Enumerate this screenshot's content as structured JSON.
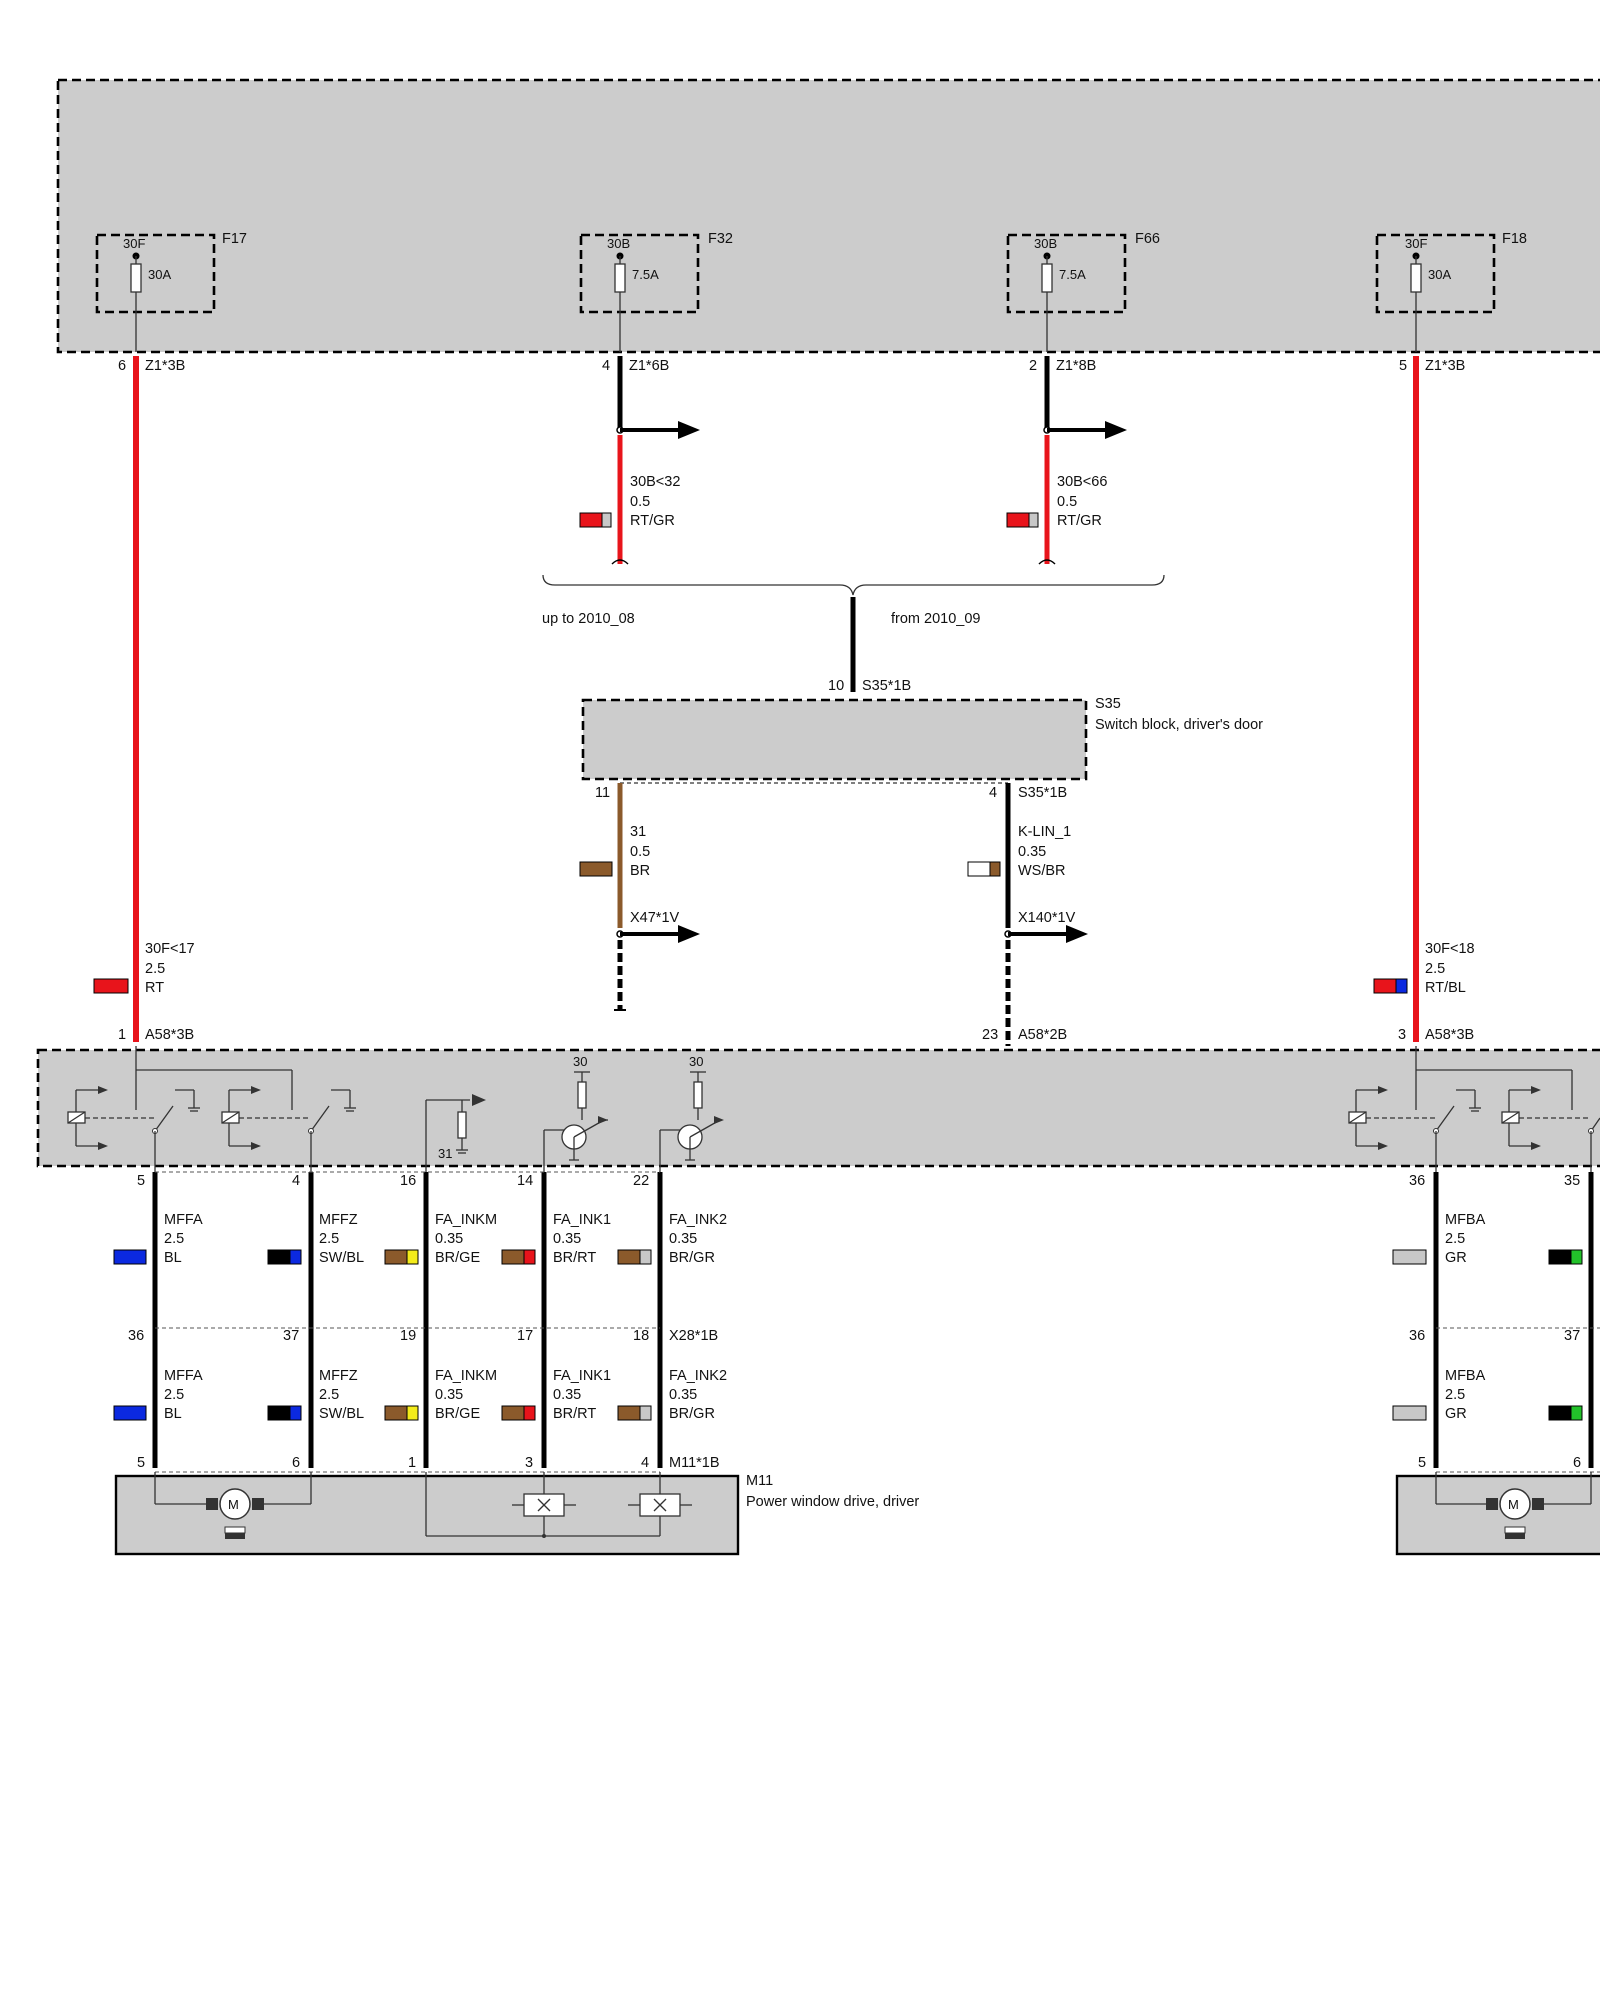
{
  "colors": {
    "housing_fill": "#cccccc",
    "wire_red": "#e8141b",
    "wire_black": "#000000",
    "wire_brown": "#8b5a2b",
    "blue": "#0b29e0",
    "yellow": "#f4ec1a",
    "green": "#22c22a",
    "gray": "#c8c8c8",
    "white": "#ffffff"
  },
  "fuses": [
    {
      "id": "F17",
      "terminal": "30F",
      "rating": "30A",
      "pin": "6",
      "connector": "Z1*3B"
    },
    {
      "id": "F32",
      "terminal": "30B",
      "rating": "7.5A",
      "pin": "4",
      "connector": "Z1*6B"
    },
    {
      "id": "F66",
      "terminal": "30B",
      "rating": "7.5A",
      "pin": "2",
      "connector": "Z1*8B"
    },
    {
      "id": "F18",
      "terminal": "30F",
      "rating": "30A",
      "pin": "5",
      "connector": "Z1*3B"
    }
  ],
  "wires_top": [
    {
      "circuit": "30B<32",
      "gauge": "0.5",
      "color": "RT/GR"
    },
    {
      "circuit": "30B<66",
      "gauge": "0.5",
      "color": "RT/GR"
    }
  ],
  "variants": {
    "left": "up to 2010_08",
    "right": "from 2010_09"
  },
  "s35": {
    "id": "S35",
    "description": "Switch block, driver's door",
    "in_pin": "10",
    "in_connector": "S35*1B",
    "out_left_pin": "11",
    "out_right_pin": "4",
    "out_connector": "S35*1B"
  },
  "mid_wires": [
    {
      "circuit": "31",
      "gauge": "0.5",
      "color": "BR",
      "connector": "X47*1V"
    },
    {
      "circuit": "K-LIN_1",
      "gauge": "0.35",
      "color": "WS/BR",
      "connector": "X140*1V"
    }
  ],
  "long_wires": [
    {
      "circuit": "30F<17",
      "gauge": "2.5",
      "color": "RT"
    },
    {
      "circuit": "30F<18",
      "gauge": "2.5",
      "color": "RT/BL"
    }
  ],
  "a58_pins": [
    {
      "pin": "1",
      "connector": "A58*3B"
    },
    {
      "pin": "23",
      "connector": "A58*2B"
    },
    {
      "pin": "3",
      "connector": "A58*3B"
    }
  ],
  "a58_labels": {
    "term30a": "30",
    "term30b": "30",
    "term31": "31"
  },
  "bottom_wires": [
    {
      "pin_top": "5",
      "pin_mid": "36",
      "pin_bot": "5",
      "circuit": "MFFA",
      "gauge": "2.5",
      "color": "BL"
    },
    {
      "pin_top": "4",
      "pin_mid": "37",
      "pin_bot": "6",
      "circuit": "MFFZ",
      "gauge": "2.5",
      "color": "SW/BL"
    },
    {
      "pin_top": "16",
      "pin_mid": "19",
      "pin_bot": "1",
      "circuit": "FA_INKM",
      "gauge": "0.35",
      "color": "BR/GE"
    },
    {
      "pin_top": "14",
      "pin_mid": "17",
      "pin_bot": "3",
      "circuit": "FA_INK1",
      "gauge": "0.35",
      "color": "BR/RT"
    },
    {
      "pin_top": "22",
      "pin_mid": "18",
      "pin_bot": "4",
      "circuit": "FA_INK2",
      "gauge": "0.35",
      "color": "BR/GR"
    },
    {
      "pin_top": "36",
      "pin_mid": "36",
      "pin_bot": "5",
      "circuit": "MFBA",
      "gauge": "2.5",
      "color": "GR"
    },
    {
      "pin_top": "35",
      "pin_mid": "37",
      "pin_bot": "6",
      "circuit": "",
      "gauge": "",
      "color": ""
    }
  ],
  "x28_connector": "X28*1B",
  "m11": {
    "id": "M11",
    "description": "Power window drive, driver",
    "connector": "M11*1B"
  }
}
